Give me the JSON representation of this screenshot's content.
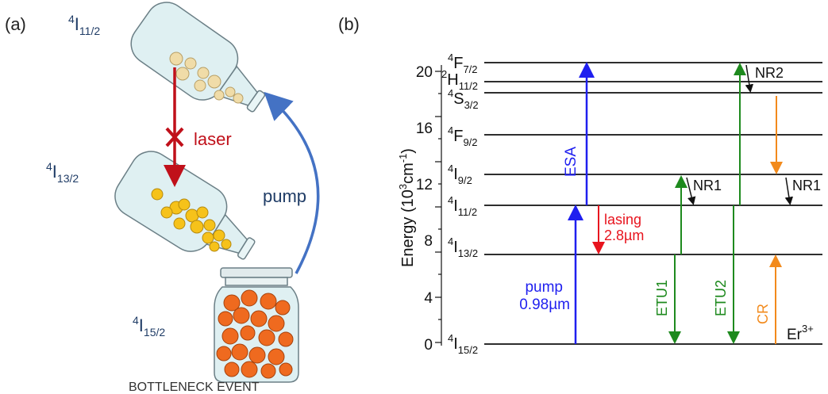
{
  "panel_a": {
    "label": "(a)",
    "levels": {
      "i11": {
        "base": "I",
        "sup": "4",
        "sub": "11/2"
      },
      "i13": {
        "base": "I",
        "sup": "4",
        "sub": "13/2"
      },
      "i15": {
        "base": "I",
        "sup": "4",
        "sub": "15/2"
      }
    },
    "laser_label": "laser",
    "pump_label": "pump",
    "caption": "BOTTLENECK EVENT",
    "colors": {
      "laser": "#c0101a",
      "pump": "#4472c4",
      "marble_light": "#f0dca8",
      "marble_yellow": "#f6c21a",
      "marble_orange": "#ef6a1f",
      "glass": "#dff0f2",
      "label": "#1f3c66"
    }
  },
  "panel_b": {
    "label": "(b)",
    "y_axis_label": "Energy (10",
    "y_axis_label_sup": "3",
    "y_axis_label_unit": "cm",
    "y_axis_label_unit_sup": "-1",
    "y_axis_label_close": ")",
    "ticks": [
      "20",
      "16",
      "12",
      "8",
      "4",
      "0"
    ],
    "levels": [
      {
        "id": "f72",
        "base": "F",
        "sup": "4",
        "sub": "7/2"
      },
      {
        "id": "h112",
        "base": "H",
        "sup": "2",
        "sub": "11/2"
      },
      {
        "id": "s32",
        "base": "S",
        "sup": "4",
        "sub": "3/2"
      },
      {
        "id": "f92",
        "base": "F",
        "sup": "4",
        "sub": "9/2"
      },
      {
        "id": "i92",
        "base": "I",
        "sup": "4",
        "sub": "9/2"
      },
      {
        "id": "i112",
        "base": "I",
        "sup": "4",
        "sub": "11/2"
      },
      {
        "id": "i132",
        "base": "I",
        "sup": "4",
        "sub": "13/2"
      },
      {
        "id": "i152",
        "base": "I",
        "sup": "4",
        "sub": "15/2"
      }
    ],
    "transitions": {
      "esa": "ESA",
      "nr2": "NR2",
      "nr1_a": "NR1",
      "nr1_b": "NR1",
      "lasing_1": "lasing",
      "lasing_2": "2.8µm",
      "pump_1": "pump",
      "pump_2": "0.98µm",
      "etu1": "ETU1",
      "etu2": "ETU2",
      "cr": "CR",
      "ion": "Er",
      "ion_sup": "3+"
    },
    "colors": {
      "blue": "#1f1fef",
      "green": "#1e8a1e",
      "red": "#e8141e",
      "orange": "#f28a1c",
      "black": "#111111"
    }
  }
}
